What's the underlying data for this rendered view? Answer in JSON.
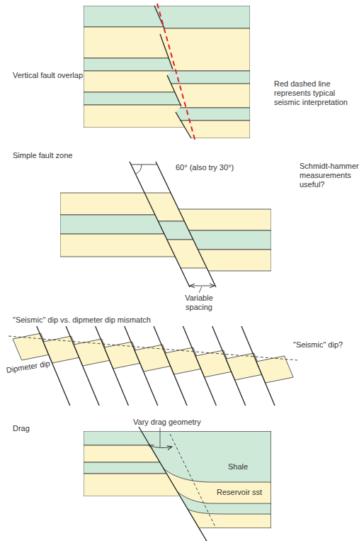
{
  "diagram": {
    "labels": [
      "Vertical fault overlap",
      "Red dashed line represents typical seismic interpretation",
      "Simple fault zone",
      "60° (also try 30°)",
      "Schmidt-hammer measurements useful?",
      "Variable spacing",
      "\"Seismic\" dip vs. dipmeter dip mismatch",
      "\"Seismic\" dip?",
      "Dipmeter dip",
      "Drag",
      "Vary drag geometry",
      "Shale",
      "Reservoir sst"
    ]
  }
}
